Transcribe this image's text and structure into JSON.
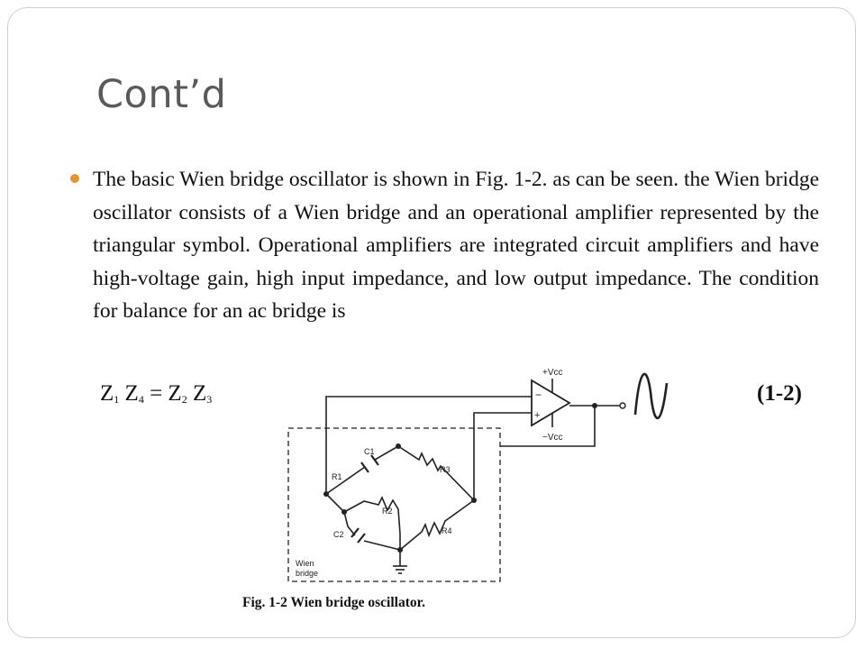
{
  "slide": {
    "title": "Cont’d",
    "bullet_text": "The basic Wien bridge oscillator is shown in Fig. 1-2. as can be seen. the Wien bridge oscillator consists of a Wien bridge and an operational amplifier represented by the triangular symbol. Operational amplifiers are integrated circuit amplifiers and have high-voltage gain, high input impedance, and low output impedance. The condition for balance for an ac bridge is",
    "equation": {
      "z": "Z",
      "equals": "=",
      "sub1": "1",
      "sub4": "4",
      "sub2": "2",
      "sub3": "3"
    },
    "equation_number": "(1-2)",
    "figure": {
      "caption": "Fig. 1-2 Wien bridge oscillator.",
      "labels": {
        "vcc_pos": "+Vcc",
        "vcc_neg": "−Vcc",
        "c1": "C1",
        "c2": "C2",
        "r1": "R1",
        "r2": "R2",
        "r3": "R3",
        "r4": "R4",
        "minus": "−",
        "plus": "+",
        "wien": "Wien",
        "bridge": "bridge"
      }
    }
  }
}
